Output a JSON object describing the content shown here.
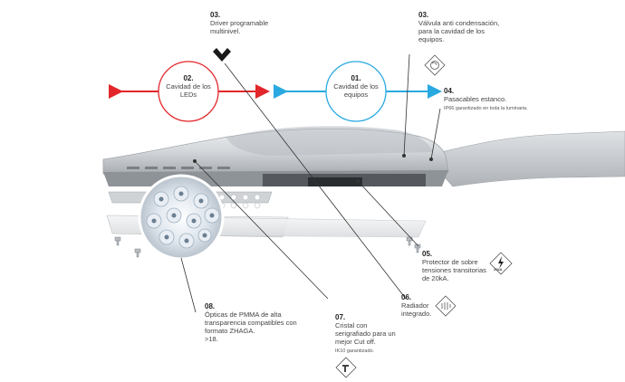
{
  "colors": {
    "red": "#e3262b",
    "blue": "#29a9e0",
    "leader": "#333333",
    "housing": "#c9ccd0"
  },
  "callouts": {
    "c03_driver": {
      "num": "03.",
      "text": "Driver programable multinivel."
    },
    "c03_valve": {
      "num": "03.",
      "text": "Válvula anti condensación, para la cavidad de los equipos."
    },
    "c04": {
      "num": "04.",
      "text": "Pasacables estanco.",
      "small": "IP66 garantizado en toda la luminaria."
    },
    "c05": {
      "num": "05.",
      "text": "Protector de sobre tensiones transitorias de 20kA.",
      "badge": "20kA"
    },
    "c06": {
      "num": "06.",
      "text": "Radiador integrado."
    },
    "c07": {
      "num": "07.",
      "text": "Cristal con serigrafiado para un mejor Cut off.",
      "small": "IK10 garantizado."
    },
    "c08": {
      "num": "08.",
      "text": "Ópticas de PMMA de alta transparencia compatibles con formato ZHAGA.",
      "extra": ">18."
    }
  },
  "cavities": {
    "leds": {
      "num": "02.",
      "label": "Cavidad de los LEDs"
    },
    "equipment": {
      "num": "01.",
      "label": "Cavidad de los equipos"
    }
  },
  "icons": [
    "diamond-driver-icon",
    "valve-icon",
    "surge-icon",
    "heatsink-icon",
    "hammer-icon"
  ]
}
